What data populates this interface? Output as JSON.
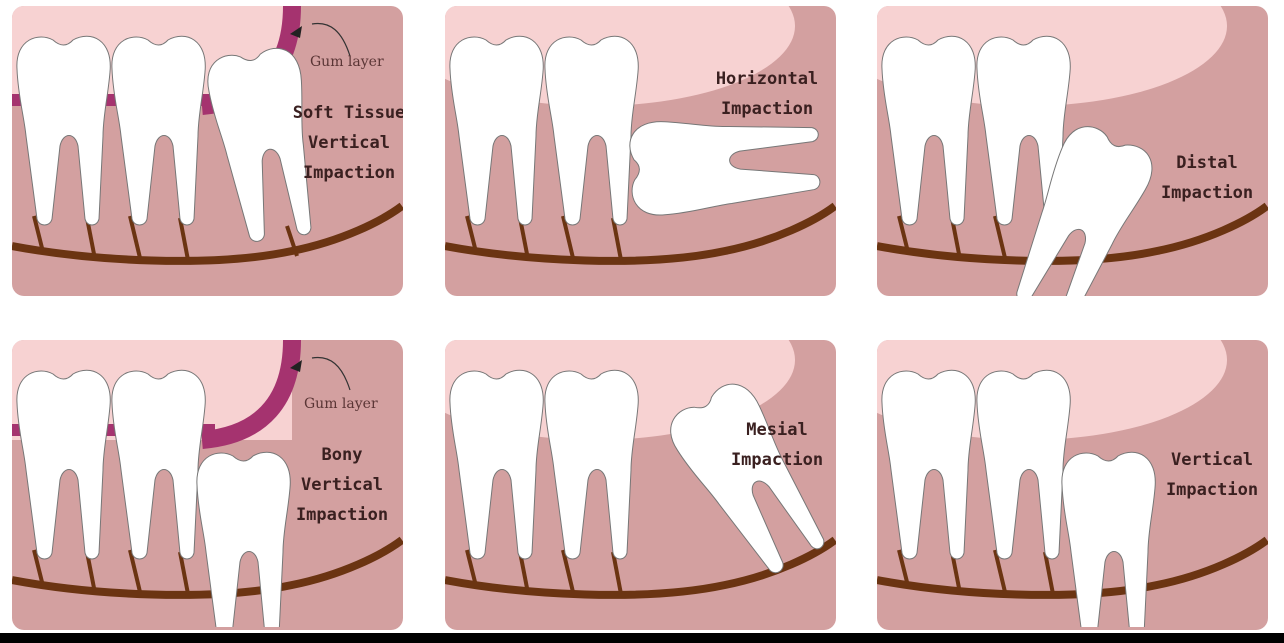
{
  "colors": {
    "tissue": "#d3a0a0",
    "cheek": "#f7d2d2",
    "gum": "#a5336f",
    "nerve": "#6b3412",
    "tooth": "#ffffff"
  },
  "panels": [
    {
      "type": "soft-tissue",
      "lines": [
        "Soft Tissue",
        "Vertical",
        "Impaction"
      ],
      "gum_label": "Gum layer"
    },
    {
      "type": "horizontal",
      "lines": [
        "Horizontal",
        "Impaction"
      ]
    },
    {
      "type": "distal",
      "lines": [
        "Distal",
        "Impaction"
      ]
    },
    {
      "type": "bony",
      "lines": [
        "Bony",
        "Vertical",
        "Impaction"
      ],
      "gum_label": "Gum layer"
    },
    {
      "type": "mesial",
      "lines": [
        "Mesial",
        "Impaction"
      ]
    },
    {
      "type": "vertical",
      "lines": [
        "Vertical",
        "Impaction"
      ]
    }
  ]
}
